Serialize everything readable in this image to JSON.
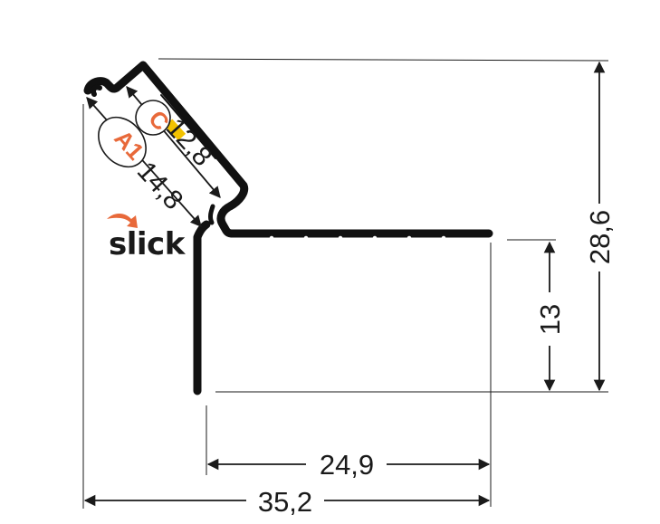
{
  "logo": {
    "text": "slick",
    "accent_color": "#e8693a"
  },
  "colors": {
    "profile": "#111111",
    "dimension": "#1a1a1a",
    "badge_text": "#e8693a",
    "led": "#f2c200"
  },
  "badges": {
    "a1": "A1",
    "c": "C"
  },
  "dimensions": {
    "total_width": "35,2",
    "inner_width": "24,9",
    "total_height": "28,6",
    "side_height": "13",
    "a1_width": "14,8",
    "c_width": "12,8"
  }
}
